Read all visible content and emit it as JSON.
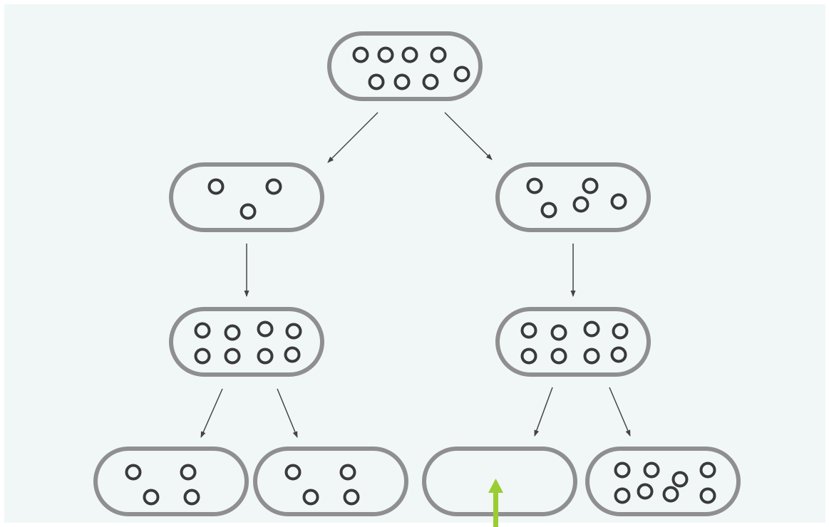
{
  "colors": {
    "page_background": "#ffffff",
    "panel_background": "#f1f7f7",
    "cell_outline": "#8f8f8f",
    "plasmid_ring": "#3a3a3a",
    "connector_arrow": "#444444",
    "highlight_arrow": "#9acd32"
  },
  "diagram": {
    "root": {
      "plasmids": 8
    },
    "generation_1": [
      {
        "plasmids": 3
      },
      {
        "plasmids": 5
      }
    ],
    "generation_2": [
      {
        "plasmids": 8
      },
      {
        "plasmids": 8
      }
    ],
    "generation_3": [
      {
        "plasmids": 4
      },
      {
        "plasmids": 4
      },
      {
        "plasmids": 0,
        "highlighted": true
      },
      {
        "plasmids": 8
      }
    ]
  }
}
